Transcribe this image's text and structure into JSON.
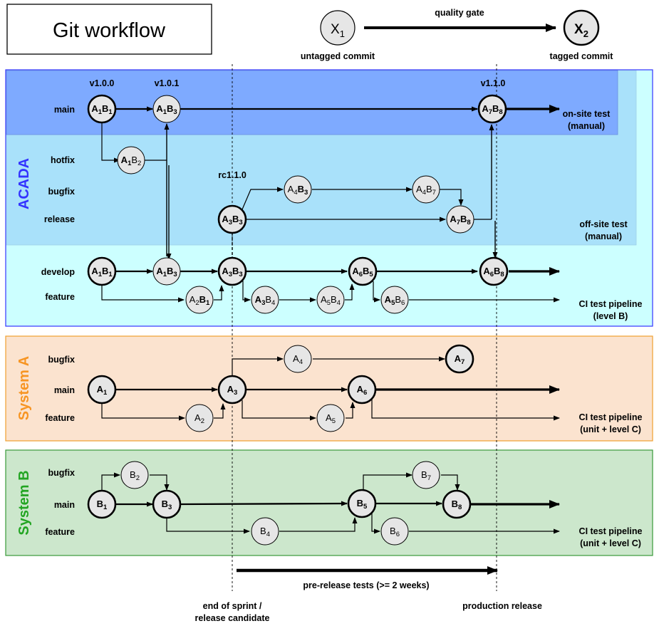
{
  "title": "Git workflow",
  "legend": {
    "untagged": {
      "base": "X",
      "sub": "1",
      "caption": "untagged commit"
    },
    "tagged": {
      "base": "X",
      "sub": "2",
      "caption": "tagged commit"
    },
    "gate_label": "quality gate"
  },
  "sections": {
    "acada": "ACADA",
    "system_a": "System A",
    "system_b": "System B"
  },
  "colors": {
    "acada_outer": "#ccffff",
    "acada_mid": "#a9e1fa",
    "acada_top": "#7eaaff",
    "acada_border": "#3333ff",
    "acada_text": "#3333ff",
    "sysa_bg": "#fbe3cf",
    "sysa_border": "#f0a030",
    "sysa_text": "#f79523",
    "sysb_bg": "#cce7cc",
    "sysb_border": "#3a9a3a",
    "sysb_text": "#23a523",
    "node_fill": "#e6e6e6"
  },
  "branch_labels": {
    "main": "main",
    "hotfix": "hotfix",
    "bugfix": "bugfix",
    "release": "release",
    "develop": "develop",
    "feature": "feature"
  },
  "tags": {
    "v100": "v1.0.0",
    "v101": "v1.0.1",
    "v110": "v1.1.0",
    "rc110": "rc1.1.0"
  },
  "tests": {
    "onsite_1": "on-site test",
    "onsite_2": "(manual)",
    "offsite_1": "off-site test",
    "offsite_2": "(manual)",
    "ci_b_1": "CI test pipeline",
    "ci_b_2": "(level B)",
    "ci_a_1": "CI test pipeline",
    "ci_a_2": "(unit + level C)",
    "ci_sb_1": "CI test pipeline",
    "ci_sb_2": "(unit + level C)"
  },
  "bottom": {
    "prerelease": "pre-release tests (>= 2 weeks)",
    "eos_1": "end of sprint /",
    "eos_2": "release candidate",
    "prod": "production release"
  },
  "nodes": [
    {
      "id": "am1",
      "parts": [
        [
          "A",
          "1",
          true
        ],
        [
          "B",
          "1",
          true
        ]
      ],
      "tagged": true
    },
    {
      "id": "am2",
      "parts": [
        [
          "A",
          "1",
          true
        ],
        [
          "B",
          "3",
          true
        ]
      ],
      "tagged": false
    },
    {
      "id": "am3",
      "parts": [
        [
          "A",
          "7",
          true
        ],
        [
          "B",
          "8",
          true
        ]
      ],
      "tagged": true
    },
    {
      "id": "ah1",
      "parts": [
        [
          "A",
          "1",
          true
        ],
        [
          "B",
          "2",
          false
        ]
      ],
      "tagged": false
    },
    {
      "id": "abf1",
      "parts": [
        [
          "A",
          "4",
          false
        ],
        [
          "B",
          "3",
          true
        ]
      ],
      "tagged": false
    },
    {
      "id": "abf2",
      "parts": [
        [
          "A",
          "4",
          false
        ],
        [
          "B",
          "7",
          false
        ]
      ],
      "tagged": false
    },
    {
      "id": "ar1",
      "parts": [
        [
          "A",
          "3",
          true
        ],
        [
          "B",
          "3",
          true
        ]
      ],
      "tagged": true
    },
    {
      "id": "ar2",
      "parts": [
        [
          "A",
          "7",
          true
        ],
        [
          "B",
          "8",
          true
        ]
      ],
      "tagged": false
    },
    {
      "id": "ad1",
      "parts": [
        [
          "A",
          "1",
          true
        ],
        [
          "B",
          "1",
          true
        ]
      ],
      "tagged": true
    },
    {
      "id": "ad2",
      "parts": [
        [
          "A",
          "1",
          true
        ],
        [
          "B",
          "3",
          true
        ]
      ],
      "tagged": false
    },
    {
      "id": "ad3",
      "parts": [
        [
          "A",
          "3",
          true
        ],
        [
          "B",
          "3",
          true
        ]
      ],
      "tagged": true
    },
    {
      "id": "ad4",
      "parts": [
        [
          "A",
          "6",
          true
        ],
        [
          "B",
          "5",
          true
        ]
      ],
      "tagged": true
    },
    {
      "id": "ad5",
      "parts": [
        [
          "A",
          "6",
          true
        ],
        [
          "B",
          "8",
          true
        ]
      ],
      "tagged": true
    },
    {
      "id": "af1",
      "parts": [
        [
          "A",
          "2",
          false
        ],
        [
          "B",
          "1",
          true
        ]
      ],
      "tagged": false
    },
    {
      "id": "af2",
      "parts": [
        [
          "A",
          "3",
          true
        ],
        [
          "B",
          "4",
          false
        ]
      ],
      "tagged": false
    },
    {
      "id": "af3",
      "parts": [
        [
          "A",
          "5",
          false
        ],
        [
          "B",
          "4",
          false
        ]
      ],
      "tagged": false
    },
    {
      "id": "af4",
      "parts": [
        [
          "A",
          "5",
          true
        ],
        [
          "B",
          "6",
          false
        ]
      ],
      "tagged": false
    },
    {
      "id": "sa_bf1",
      "parts": [
        [
          "A",
          "4",
          false
        ]
      ],
      "tagged": false
    },
    {
      "id": "sa_bf2",
      "parts": [
        [
          "A",
          "7",
          true
        ]
      ],
      "tagged": true
    },
    {
      "id": "sa_m1",
      "parts": [
        [
          "A",
          "1",
          true
        ]
      ],
      "tagged": true
    },
    {
      "id": "sa_m2",
      "parts": [
        [
          "A",
          "3",
          true
        ]
      ],
      "tagged": true
    },
    {
      "id": "sa_m3",
      "parts": [
        [
          "A",
          "6",
          true
        ]
      ],
      "tagged": true
    },
    {
      "id": "sa_f1",
      "parts": [
        [
          "A",
          "2",
          false
        ]
      ],
      "tagged": false
    },
    {
      "id": "sa_f2",
      "parts": [
        [
          "A",
          "5",
          false
        ]
      ],
      "tagged": false
    },
    {
      "id": "sb_bf1",
      "parts": [
        [
          "B",
          "2",
          false
        ]
      ],
      "tagged": false
    },
    {
      "id": "sb_bf2",
      "parts": [
        [
          "B",
          "7",
          false
        ]
      ],
      "tagged": false
    },
    {
      "id": "sb_m1",
      "parts": [
        [
          "B",
          "1",
          true
        ]
      ],
      "tagged": true
    },
    {
      "id": "sb_m2",
      "parts": [
        [
          "B",
          "3",
          true
        ]
      ],
      "tagged": true
    },
    {
      "id": "sb_m3",
      "parts": [
        [
          "B",
          "5",
          true
        ]
      ],
      "tagged": true
    },
    {
      "id": "sb_m4",
      "parts": [
        [
          "B",
          "8",
          true
        ]
      ],
      "tagged": true
    },
    {
      "id": "sb_f1",
      "parts": [
        [
          "B",
          "4",
          false
        ]
      ],
      "tagged": false
    },
    {
      "id": "sb_f2",
      "parts": [
        [
          "B",
          "6",
          false
        ]
      ],
      "tagged": false
    }
  ]
}
